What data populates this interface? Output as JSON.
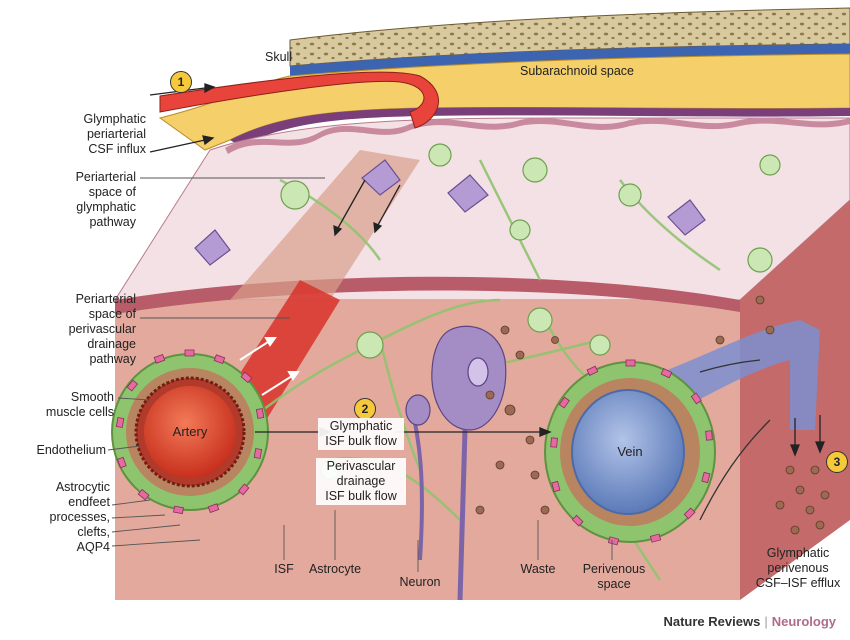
{
  "labels": {
    "skull": "Skull",
    "subarachnoid": "Subarachnoid space",
    "influx_1": "Glymphatic",
    "influx_2": "periarterial",
    "influx_3": "CSF influx",
    "peri_glym_1": "Periarterial",
    "peri_glym_2": "space of",
    "peri_glym_3": "glymphatic",
    "peri_glym_4": "pathway",
    "peri_drain_1": "Periarterial",
    "peri_drain_2": "space of",
    "peri_drain_3": "perivascular",
    "peri_drain_4": "drainage",
    "peri_drain_5": "pathway",
    "smooth_1": "Smooth",
    "smooth_2": "muscle cells",
    "endothelium": "Endothelium",
    "astro_1": "Astrocytic",
    "astro_2": "endfeet",
    "astro_3": "processes,",
    "astro_4": "clefts,",
    "astro_5": "AQP4",
    "isf": "ISF",
    "astrocyte": "Astrocyte",
    "neuron": "Neuron",
    "waste": "Waste",
    "perivenous_1": "Perivenous",
    "perivenous_2": "space",
    "efflux_1": "Glymphatic",
    "efflux_2": "perivenous",
    "efflux_3": "CSF–ISF efflux",
    "artery": "Artery",
    "vein": "Vein",
    "bulk_1": "Glymphatic",
    "bulk_2": "ISF bulk flow",
    "drain_bulk_1": "Perivascular",
    "drain_bulk_2": "drainage",
    "drain_bulk_3": "ISF bulk flow"
  },
  "markers": {
    "m1": "1",
    "m2": "2",
    "m3": "3"
  },
  "credit": {
    "publisher": "Nature Reviews",
    "separator": "|",
    "journal": "Neurology"
  },
  "colors": {
    "skull": "#d8c8a0",
    "subarachnoid": "#f5cf6a",
    "tissue": "#e7b5a6",
    "artery": "#e2452b",
    "vein": "#7d98cf",
    "astrocyte": "#b7d99a",
    "neuron": "#a48cc4",
    "accent": "#f6c93a"
  }
}
